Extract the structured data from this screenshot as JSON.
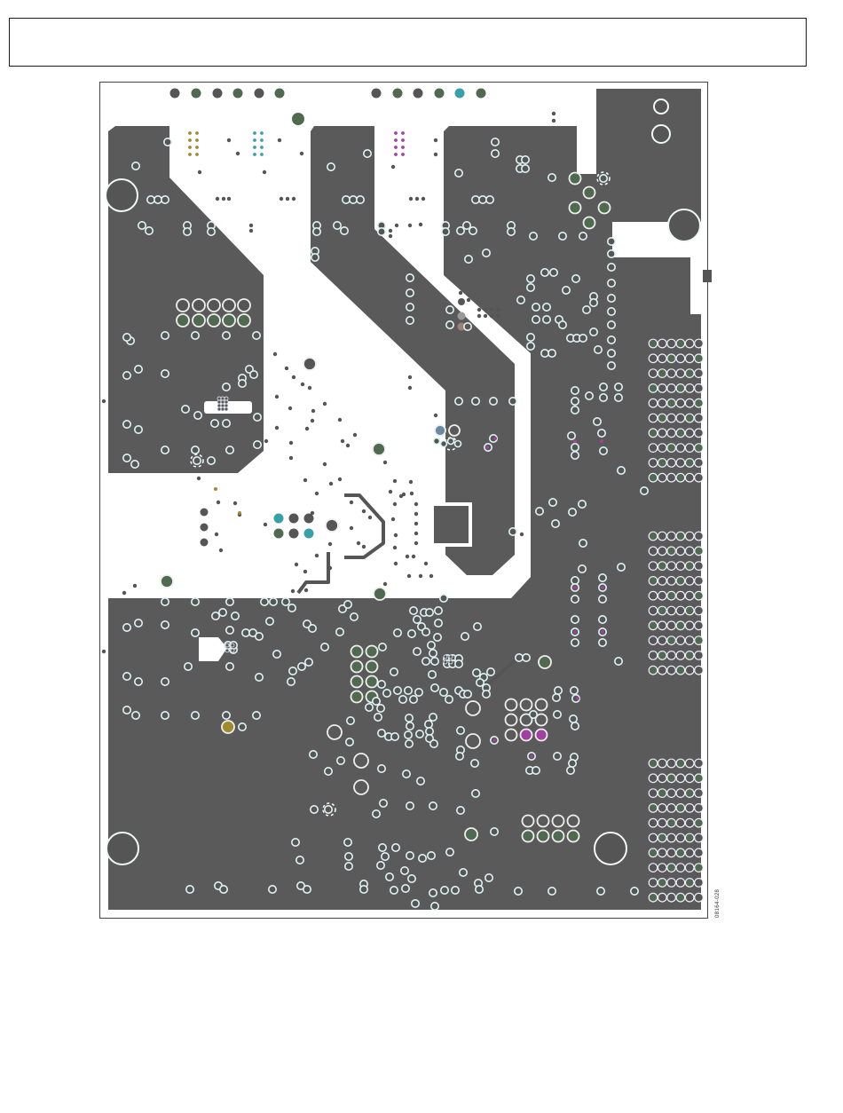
{
  "figure_id": "08164-028",
  "colors": {
    "copper": "#5a5a5a",
    "board": "#ffffff",
    "via_ring": "#dff3f3",
    "pad_green": "#4f6a4f",
    "pad_dark": "#555555",
    "pad_cyan": "#3aa0a8",
    "pad_magenta": "#a040a0",
    "pad_gold": "#a08a30",
    "pad_tan": "#a08070"
  },
  "components": [
    "top-header-pads",
    "mounting-holes",
    "via-fields",
    "edge-connector-left",
    "edge-connector-right",
    "ic-footprint"
  ]
}
